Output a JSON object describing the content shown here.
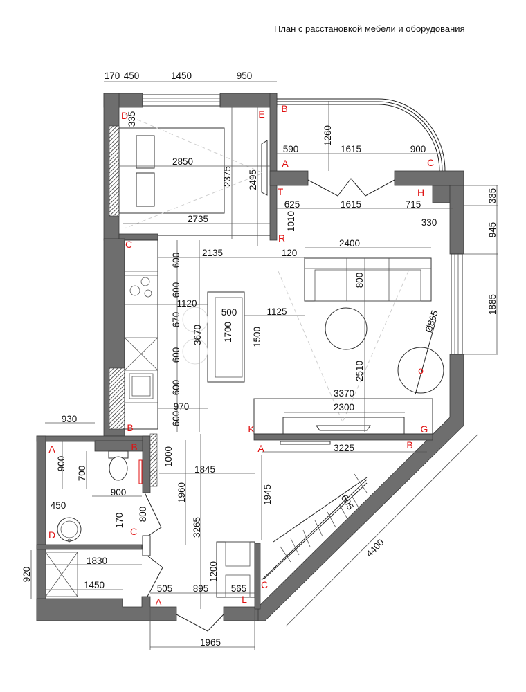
{
  "title": "План с расстановкой мебели и оборудования",
  "dimensions": [
    "170",
    "450",
    "1450",
    "950",
    "335",
    "2850",
    "2375",
    "2495",
    "2735",
    "590",
    "1260",
    "1615",
    "900",
    "625",
    "1010",
    "1615",
    "715",
    "330",
    "335",
    "945",
    "1885",
    "2135",
    "120",
    "2400",
    "800",
    "1125",
    "Ø865",
    "2510",
    "3370",
    "2300",
    "600",
    "600",
    "1120",
    "670",
    "500",
    "1700",
    "1500",
    "3670",
    "600",
    "600",
    "970",
    "600",
    "930",
    "900",
    "700",
    "900",
    "450",
    "170",
    "800",
    "1000",
    "1960",
    "1845",
    "3265",
    "1830",
    "920",
    "1450",
    "505",
    "895",
    "1200",
    "565",
    "1965",
    "3225",
    "1945",
    "605",
    "4400"
  ],
  "markers": [
    "D",
    "E",
    "B",
    "A",
    "C",
    "T",
    "H",
    "R",
    "C",
    "B",
    "K",
    "G",
    "A",
    "B",
    "A",
    "B",
    "D",
    "C",
    "A",
    "L",
    "C",
    "o"
  ],
  "colors": {
    "wall": "#6e6e6e",
    "marker": "#e01010"
  }
}
